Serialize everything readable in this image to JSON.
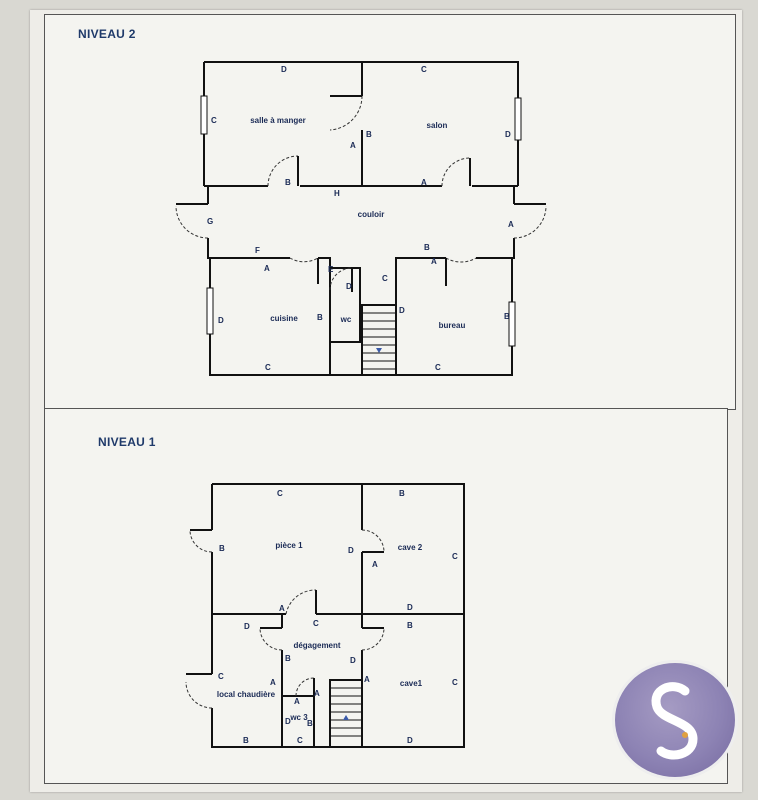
{
  "levels": [
    {
      "title": "NIVEAU 2",
      "rooms": [
        "salle à manger",
        "salon",
        "couloir",
        "cuisine",
        "wc",
        "bureau"
      ]
    },
    {
      "title": "NIVEAU 1",
      "rooms": [
        "pièce 1",
        "cave 2",
        "dégagement",
        "local chaudière",
        "cave1",
        "wc 3"
      ]
    }
  ],
  "side_labels": {
    "n2": [
      "D",
      "C",
      "C",
      "D",
      "B",
      "A",
      "B",
      "H",
      "A",
      "G",
      "A",
      "F",
      "A",
      "E",
      "D",
      "C",
      "B",
      "A",
      "D",
      "B",
      "D",
      "B",
      "C",
      "C"
    ],
    "n1": [
      "C",
      "B",
      "B",
      "D",
      "C",
      "A",
      "D",
      "A",
      "C",
      "D",
      "B",
      "B",
      "D",
      "C",
      "A",
      "C",
      "A",
      "A",
      "D",
      "B",
      "A",
      "B",
      "C",
      "D",
      "C"
    ]
  },
  "logo": {
    "icon": "stylized-s-logo",
    "colors": [
      "#8d83b4",
      "#ffffff"
    ]
  }
}
